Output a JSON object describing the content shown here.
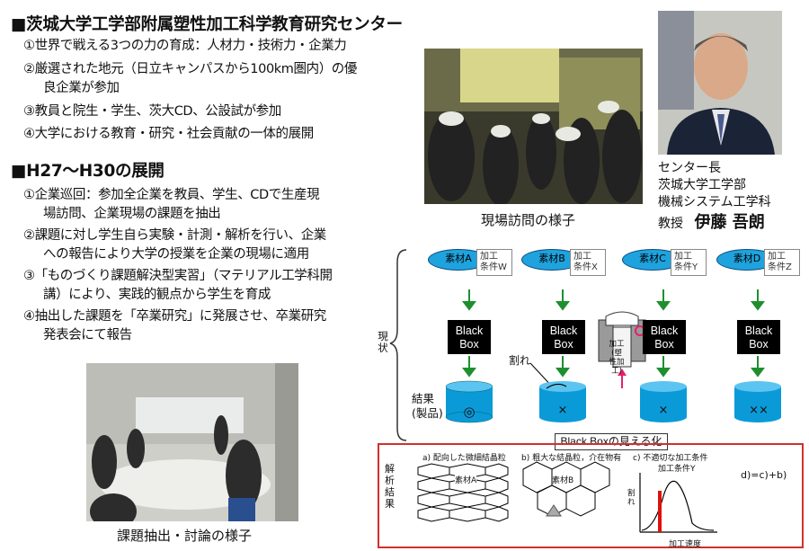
{
  "header": {
    "title": "■茨城大学工学部附属塑性加工科学教育研究センター",
    "items": [
      "①世界で戦える3つの力の育成：人材力・技術力・企業力",
      "②厳選された地元（日立キャンパスから100km圏内）の優",
      "良企業が参加",
      "③教員と院生・学生、茨大CD、公設試が参加",
      "④大学における教育・研究・社会貢献の一体的展開"
    ]
  },
  "plan": {
    "title": "■H27〜H30の展開",
    "items": [
      "①企業巡回：参加全企業を教員、学生、CDで生産現",
      "場訪問、企業現場の課題を抽出",
      "②課題に対し学生自ら実験・計測・解析を行い、企業",
      "への報告により大学の授業を企業の現場に適用",
      "③「ものづくり課題解決型実習」（マテリアル工学科開",
      "講）により、実践的観点から学生を育成",
      "④抽出した課題を「卒業研究」に発展させ、卒業研究",
      "発表会にて報告"
    ]
  },
  "captions": {
    "site_visit": "現場訪問の様子",
    "discussion": "課題抽出・討論の様子"
  },
  "profile": {
    "line1": "センター長",
    "line2": "茨城大学工学部",
    "line3": "機械システム工学科",
    "title": "教授",
    "name": "伊藤 吾朗"
  },
  "diagram": {
    "current_label": "現状",
    "materials": [
      "素材A",
      "素材B",
      "素材C",
      "素材D"
    ],
    "conditions": [
      [
        "加工",
        "条件W"
      ],
      [
        "加工",
        "条件X"
      ],
      [
        "加工",
        "条件Y"
      ],
      [
        "加工",
        "条件Z"
      ]
    ],
    "blackbox": [
      "Black",
      "Box"
    ],
    "die_label": [
      "加工(塑",
      "性加工)"
    ],
    "crack_label": "割れ",
    "result_label": [
      "結果",
      "(製品)"
    ],
    "result_marks": [
      "◎",
      "×",
      "×",
      "××"
    ],
    "visualize_label": "Black Boxの見える化",
    "analysis_label": "解析結果",
    "analysis": {
      "a": "a) 配向した微細結晶粒",
      "a_material": "素材A",
      "b": "b) 粗大な結晶粒，介在物有",
      "b_material": "素材B",
      "c": "c) 不適切な加工条件",
      "c_condition": "加工条件Y",
      "c_ylabel": "割れ",
      "c_xlabel": "加工速度",
      "formula": "d)=c)+b)"
    }
  },
  "colors": {
    "accent_blue": "#1fa3de",
    "arrow_green": "#1e8f2e",
    "frame_red": "#d0312d",
    "arrow_pink": "#e5206e"
  }
}
